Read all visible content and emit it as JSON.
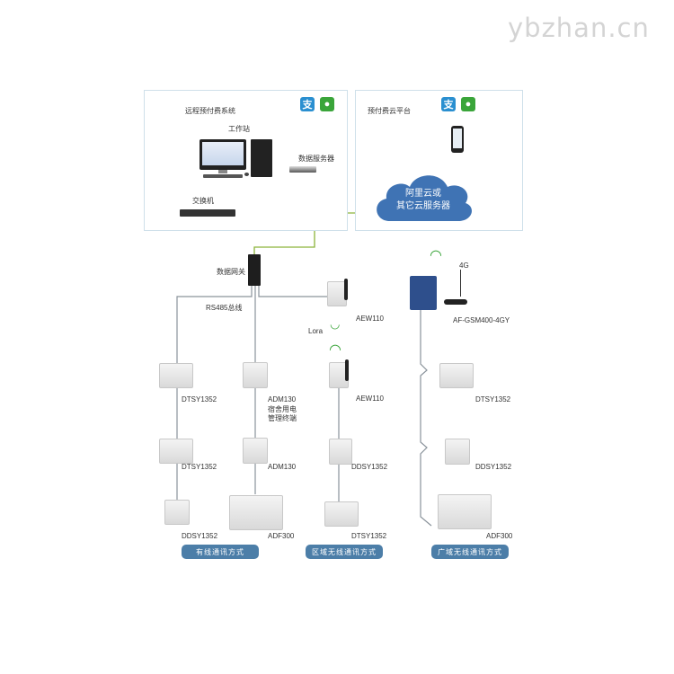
{
  "watermark": "ybzhan.cn",
  "left_panel": {
    "title": "远程预付费系统",
    "workstation": "工作站",
    "data_server": "数据服务器",
    "switch": "交换机",
    "pay_icons": [
      "alipay-icon",
      "wechat-icon"
    ]
  },
  "right_panel": {
    "title": "预付费云平台",
    "cloud_line1": "阿里云或",
    "cloud_line2": "其它云服务器",
    "pay_icons": [
      "alipay-icon",
      "wechat-icon"
    ]
  },
  "gateway": {
    "label": "数据网关",
    "bus_label": "RS485总线"
  },
  "wired_column": {
    "devices": [
      "DTSY1352",
      "DTSY1352",
      "DDSY1352"
    ],
    "mode": "有线通讯方式"
  },
  "adm_column": {
    "devices": [
      "ADM130",
      "ADM130",
      "ADF300"
    ],
    "adm_note_line1": "宿舍用电",
    "adm_note_line2": "管理终端"
  },
  "lora_column": {
    "aew_top": "AEW110",
    "lora_label": "Lora",
    "aew_bottom": "AEW110",
    "devices": [
      "DDSY1352",
      "DTSY1352"
    ],
    "mode": "区域无线通讯方式"
  },
  "wan_column": {
    "gateway_label": "AF-GSM400-4GY",
    "antenna_label": "4G",
    "devices": [
      "DTSY1352",
      "DDSY1352",
      "ADF300"
    ],
    "mode": "广域无线通讯方式"
  },
  "colors": {
    "network_line": "#8cb33a",
    "bus_line": "#8a939b",
    "panel_border": "#cfe0ea",
    "cloud": "#3f73b4",
    "mode_button": "#4c7ea8"
  }
}
